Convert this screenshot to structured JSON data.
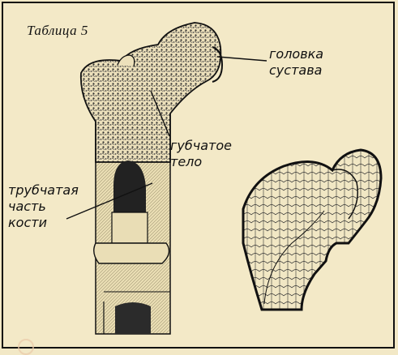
{
  "title": "Таблица 5",
  "labels": {
    "head": [
      "головка",
      "сустава"
    ],
    "spongy": [
      "губчатое",
      "тело"
    ],
    "tube": [
      "трубчатая",
      "часть",
      "кости"
    ]
  },
  "colors": {
    "background": "#f3e9c7",
    "ink": "#111111",
    "marrow": "#222222"
  }
}
